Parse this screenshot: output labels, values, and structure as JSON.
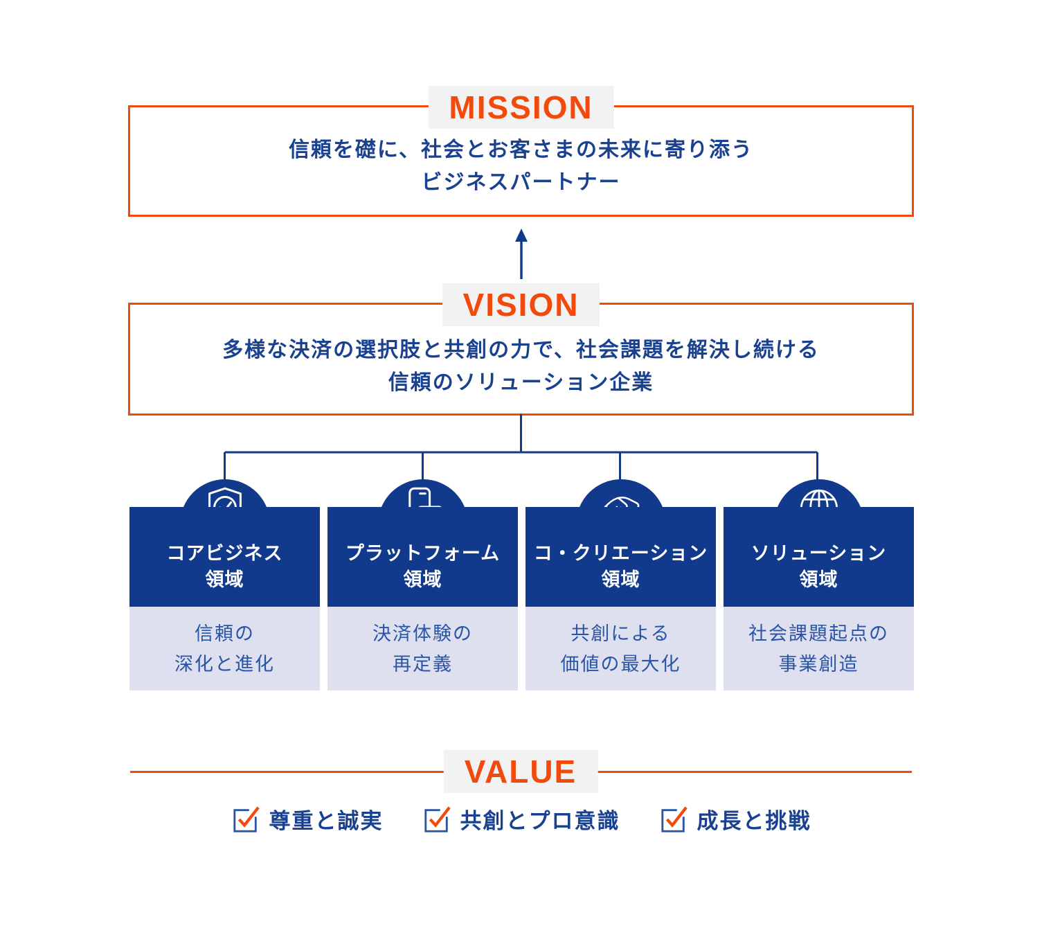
{
  "colors": {
    "orange": "#F2490C",
    "navy": "#113A8D",
    "text_blue": "#1A418F",
    "desc_blue": "#2A55A5",
    "lavender": "#DEE0EF",
    "chip_bg": "#F2F2F2"
  },
  "mission": {
    "label": "MISSION",
    "lines": [
      "信頼を礎に、社会とお客さまの未来に寄り添う",
      "ビジネスパートナー"
    ]
  },
  "vision": {
    "label": "VISION",
    "lines": [
      "多様な決済の選択肢と共創の力で、社会課題を解決し続ける",
      "信頼のソリューション企業"
    ]
  },
  "domains": [
    {
      "icon": "shield-check-icon",
      "title_lines": [
        "コアビジネス",
        "領域"
      ],
      "desc_lines": [
        "信頼の",
        "深化と進化"
      ]
    },
    {
      "icon": "phone-card-icon",
      "title_lines": [
        "プラットフォーム",
        "領域"
      ],
      "desc_lines": [
        "決済体験の",
        "再定義"
      ]
    },
    {
      "icon": "handshake-icon",
      "title_lines": [
        "コ・クリエーション",
        "領域"
      ],
      "desc_lines": [
        "共創による",
        "価値の最大化"
      ]
    },
    {
      "icon": "globe-icon",
      "title_lines": [
        "ソリューション",
        "領域"
      ],
      "desc_lines": [
        "社会課題起点の",
        "事業創造"
      ]
    }
  ],
  "value": {
    "label": "VALUE",
    "items": [
      "尊重と誠実",
      "共創とプロ意識",
      "成長と挑戦"
    ]
  }
}
